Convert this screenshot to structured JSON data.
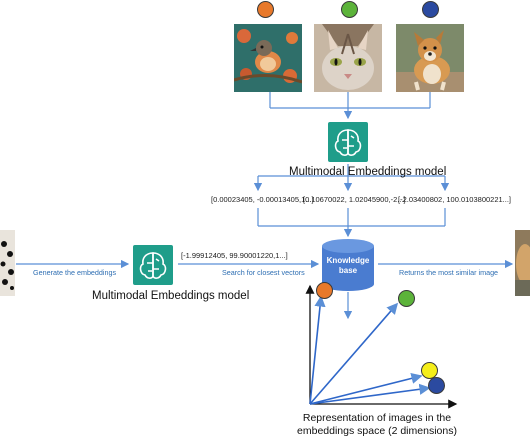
{
  "palette": {
    "orange": "#e8792b",
    "green": "#5cb33a",
    "navy": "#2b4aa0",
    "yellow": "#f5ee1a",
    "teal": "#1f9d8a",
    "flow_blue": "#5b8fd6",
    "kb_blue": "#4a7cd0"
  },
  "images": {
    "bird": {
      "color": "orange",
      "icon": "bird-photo"
    },
    "cat": {
      "color": "green",
      "icon": "cat-photo"
    },
    "dog": {
      "color": "navy",
      "icon": "dog-photo"
    }
  },
  "top_model_label": "Multimodal Embeddings model",
  "bottom_model_label": "Multimodal Embeddings model",
  "vectors": {
    "bird": "[0.00023405, -0.00013405,1...]",
    "cat": "[0.10670022, 1.02045900,-2...]",
    "dog": "[-2.03400802, 100.0103800221...]",
    "query": "[-1.99912405, 99.90001220,1...]"
  },
  "edges": {
    "generate": "Generate the embeddings",
    "search": "Search for closest vectors",
    "returns": "Returns the most similar image"
  },
  "knowledge_base": {
    "line1": "Knowledge",
    "line2": "base"
  },
  "embedding_space": {
    "caption_line1": "Representation of images in the",
    "caption_line2": "embeddings space (2 dimensions)",
    "points": [
      {
        "name": "orange-point",
        "color": "orange"
      },
      {
        "name": "green-point",
        "color": "green"
      },
      {
        "name": "yellow-point",
        "color": "yellow"
      },
      {
        "name": "navy-point",
        "color": "navy"
      }
    ]
  }
}
